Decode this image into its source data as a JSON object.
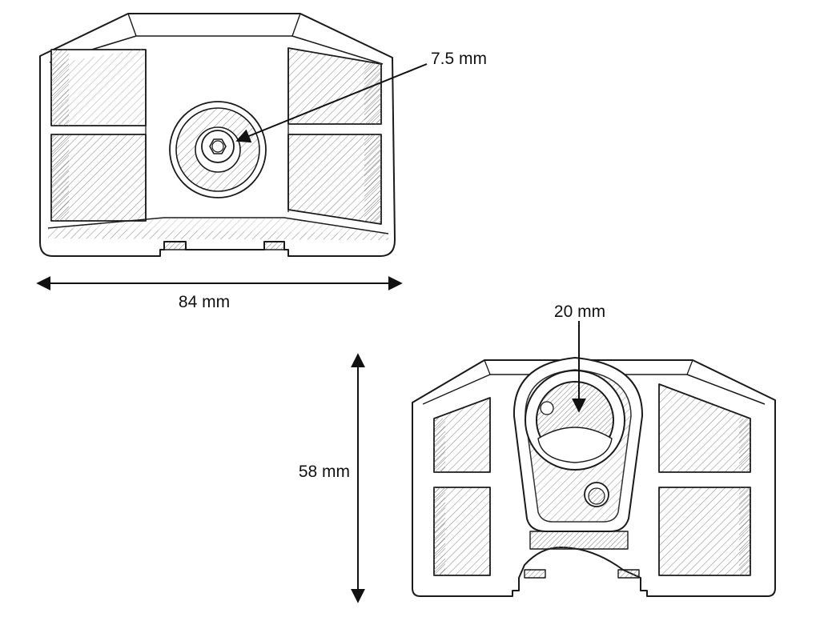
{
  "colors": {
    "ink": "#1a1a1a",
    "hatch": "#8a8a8a",
    "shade": "#c9c9c9",
    "background": "#ffffff"
  },
  "views": {
    "front": {
      "hole_dimension": "7.5 mm",
      "width_dimension": "84 mm"
    },
    "rear": {
      "bore_dimension": "20 mm",
      "height_dimension": "58 mm"
    }
  }
}
